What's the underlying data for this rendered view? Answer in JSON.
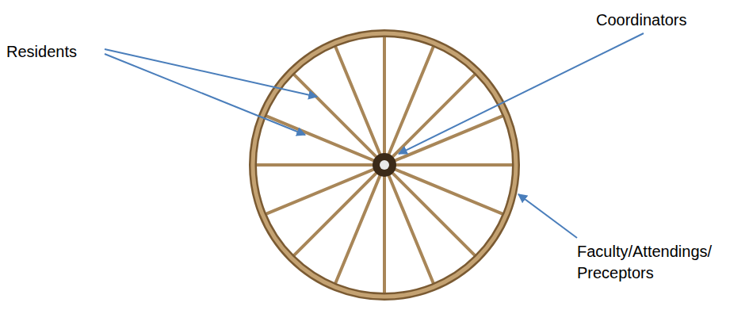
{
  "diagram": {
    "labels": [
      "Residents",
      "Coordinators",
      "Faculty/Attendings/ Preceptors"
    ]
  }
}
